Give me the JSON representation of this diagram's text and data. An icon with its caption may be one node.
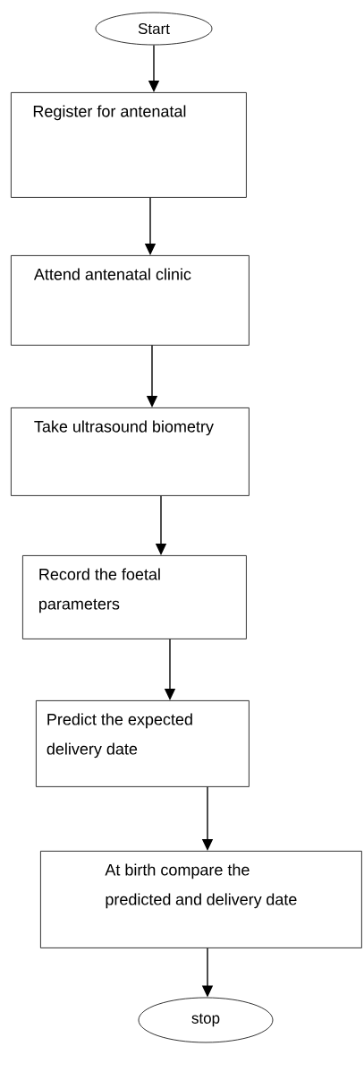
{
  "diagram": {
    "nodes": [
      {
        "text": [
          "Start"
        ]
      },
      {
        "text": [
          "Register for antenatal"
        ]
      },
      {
        "text": [
          "Attend antenatal clinic"
        ]
      },
      {
        "text": [
          "Take ultrasound biometry"
        ]
      },
      {
        "text": [
          "Record the foetal parameters"
        ]
      },
      {
        "text": [
          "Predict the expected delivery date"
        ]
      },
      {
        "text": [
          "At birth compare the predicted and delivery date"
        ]
      },
      {
        "text": [
          "stop"
        ]
      }
    ],
    "edges": [
      {
        "from": 0,
        "to": 1,
        "arrow": "to"
      },
      {
        "from": 1,
        "to": 2,
        "arrow": "to"
      },
      {
        "from": 2,
        "to": 3,
        "arrow": "to"
      },
      {
        "from": 3,
        "to": 4,
        "arrow": "to"
      },
      {
        "from": 4,
        "to": 5,
        "arrow": "to"
      },
      {
        "from": 5,
        "to": 6,
        "arrow": "to"
      },
      {
        "from": 6,
        "to": 7,
        "arrow": "to"
      }
    ]
  }
}
